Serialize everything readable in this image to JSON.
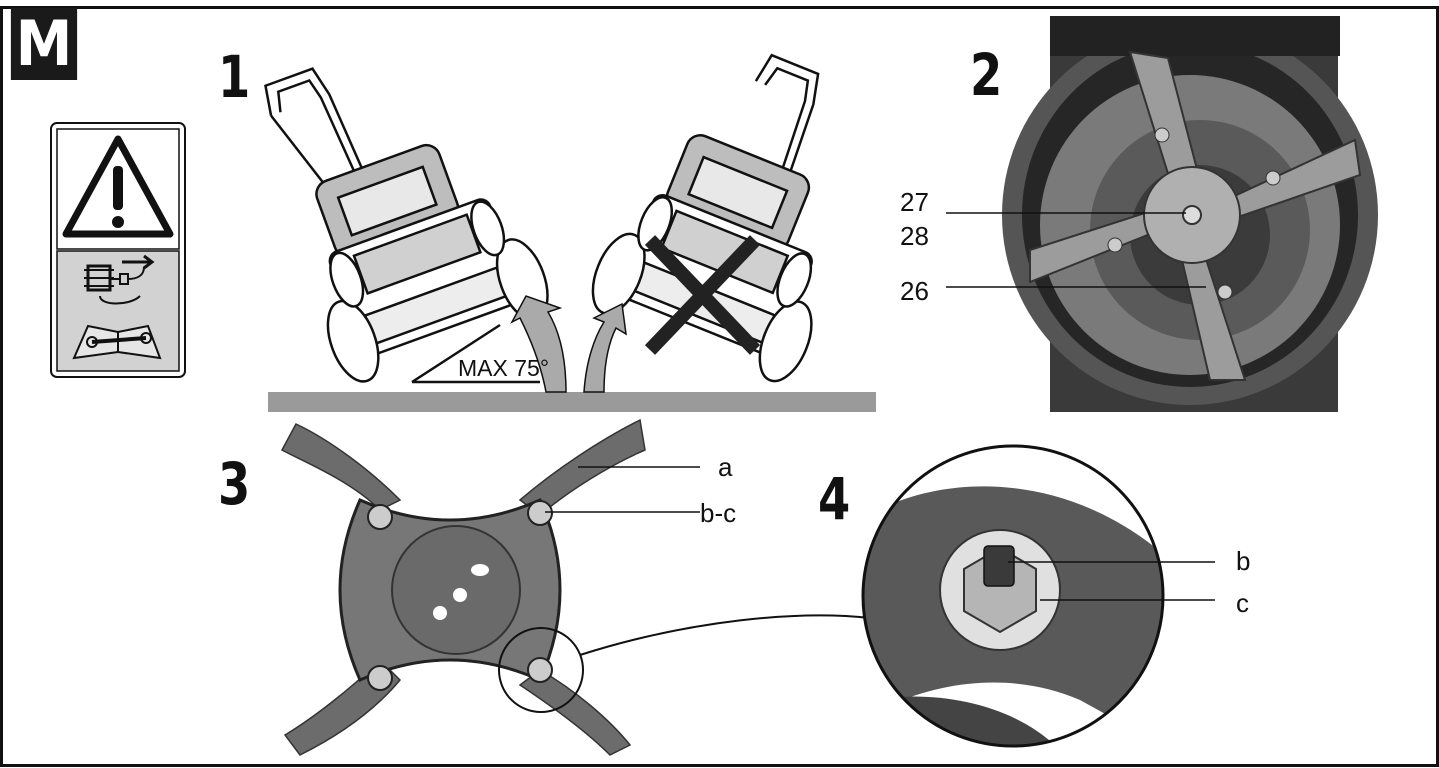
{
  "section_label": "M",
  "steps": [
    "1",
    "2",
    "3",
    "4"
  ],
  "warning_panel": {
    "icons": [
      "warning-triangle-icon",
      "disconnect-plug-icon",
      "manual-book-wrench-icon"
    ]
  },
  "step1": {
    "angle_label": "MAX 75°"
  },
  "step2": {
    "callouts": [
      "27",
      "28",
      "26"
    ]
  },
  "step3": {
    "callouts": [
      "a",
      "b-c"
    ]
  },
  "step4": {
    "callouts": [
      "b",
      "c"
    ]
  },
  "colors": {
    "ground": "#9a9a9a",
    "blade": "#6c6c6c",
    "ink": "#111111",
    "photo_dark": "#2a2a2a",
    "photo_mid": "#6e6e6e"
  }
}
